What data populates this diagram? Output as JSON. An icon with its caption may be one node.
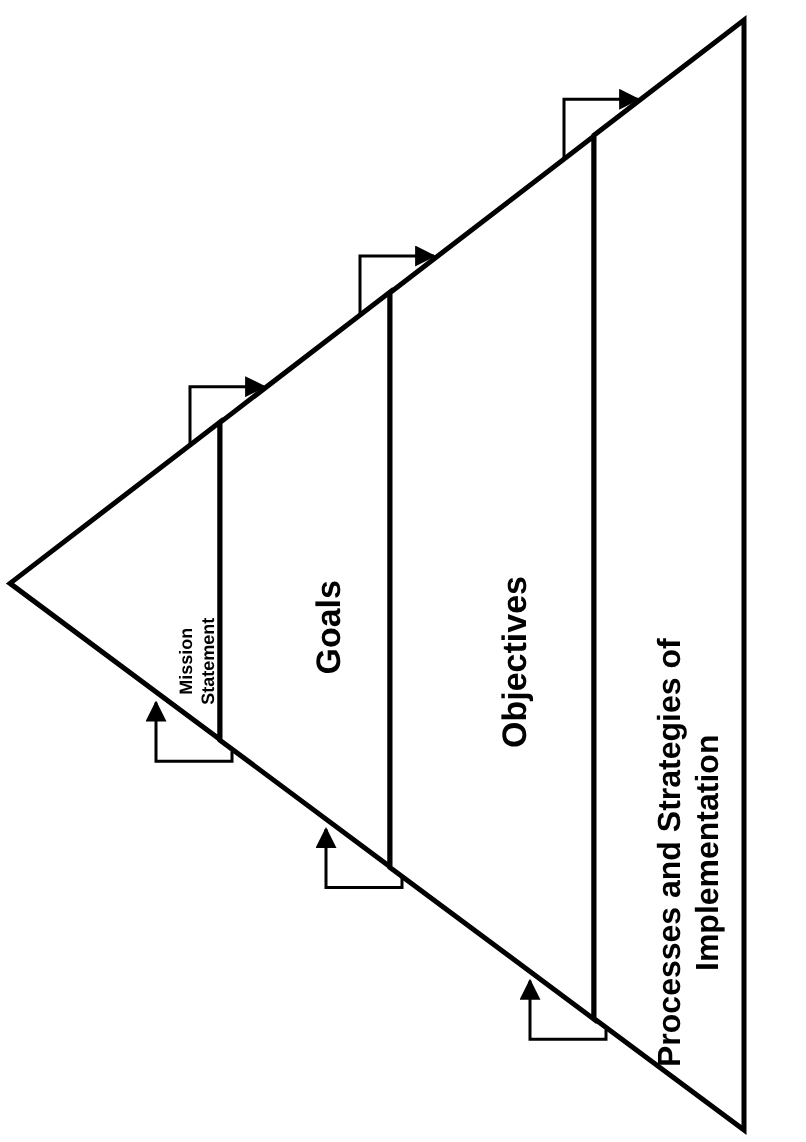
{
  "diagram": {
    "nodes": [
      {
        "text": [
          "Mission Statement"
        ]
      },
      {
        "text": [
          "Goals"
        ]
      },
      {
        "text": [
          "Objectives"
        ]
      },
      {
        "text": [
          "Processes and Strategies of Implementation"
        ]
      }
    ],
    "edges": [
      {
        "from": 0,
        "to": 1,
        "arrow": "to"
      },
      {
        "from": 1,
        "to": 2,
        "arrow": "to"
      },
      {
        "from": 2,
        "to": 3,
        "arrow": "to"
      },
      {
        "from": 1,
        "to": 0,
        "arrow": "to"
      },
      {
        "from": 2,
        "to": 1,
        "arrow": "to"
      },
      {
        "from": 3,
        "to": 2,
        "arrow": "to"
      }
    ]
  }
}
